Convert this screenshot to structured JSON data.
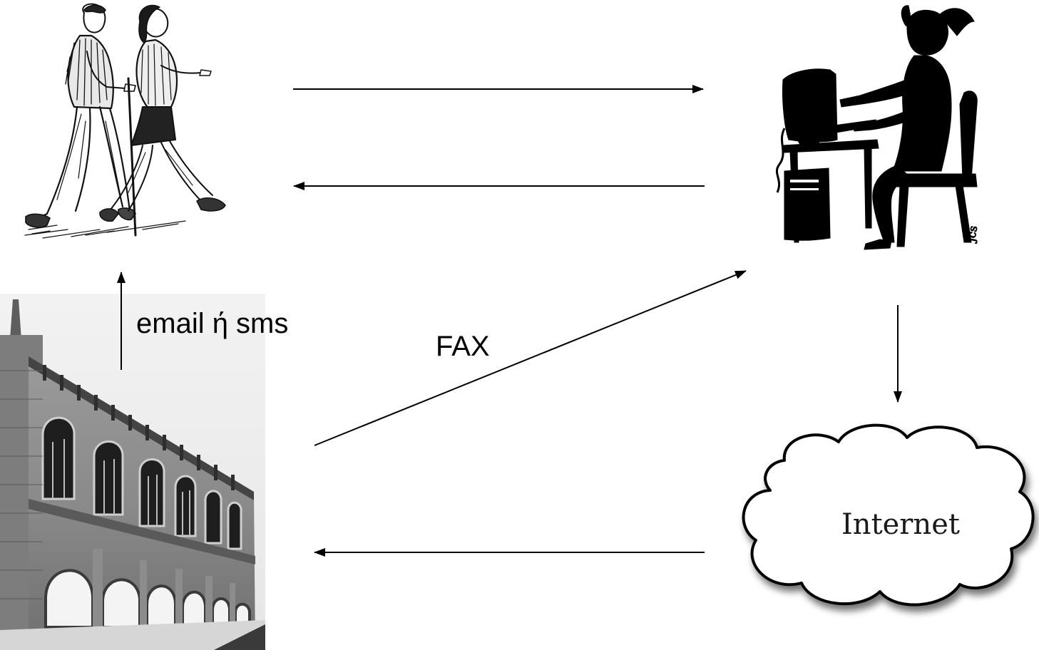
{
  "nodes": {
    "students": {
      "icon": "walking-students-sketch"
    },
    "computer_user": {
      "icon": "person-at-computer-silhouette"
    },
    "school": {
      "icon": "school-building-photo"
    },
    "internet": {
      "label": "Internet",
      "icon": "cloud-icon"
    }
  },
  "edges": {
    "sms": {
      "label": "email ή sms"
    },
    "fax": {
      "label": "FAX"
    }
  },
  "colors": {
    "line": "#000000",
    "background": "#ffffff",
    "silhouette": "#000000",
    "cloud_fill": "#ffffff"
  }
}
